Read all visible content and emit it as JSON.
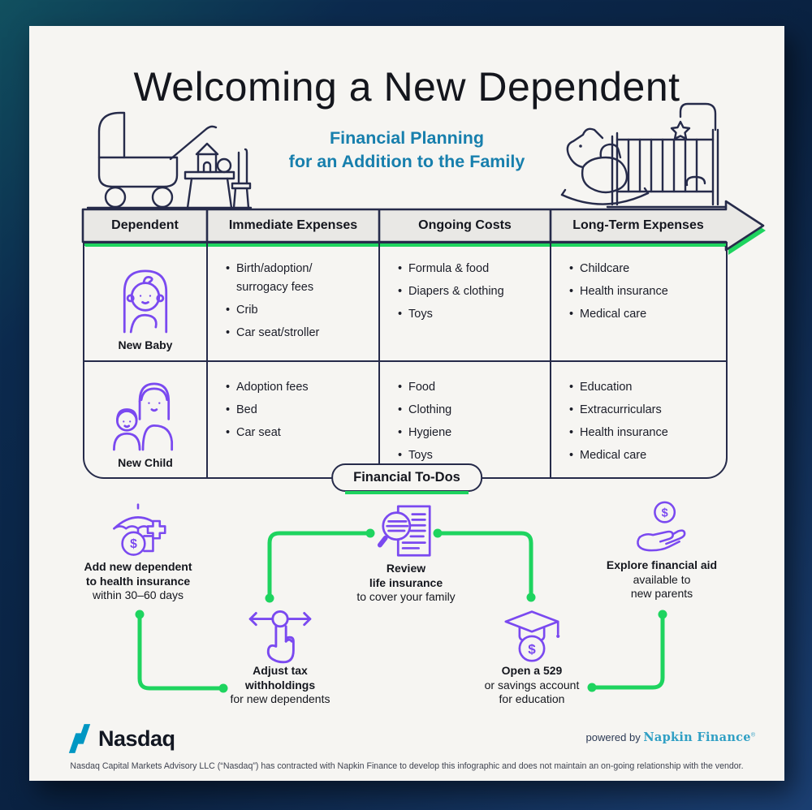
{
  "title": "Welcoming a New Dependent",
  "subtitle": {
    "line1": "Financial Planning",
    "line2": "for an Addition to the Family",
    "color": "#177fad"
  },
  "decorations": {
    "left_illustration": "baby-stroller-play-table-chair",
    "right_illustration": "rocking-horse-crib-star-mobile"
  },
  "header": {
    "columns": [
      "Dependent",
      "Immediate Expenses",
      "Ongoing Costs",
      "Long-Term Expenses"
    ]
  },
  "table": {
    "rows": [
      {
        "icon": "baby-icon",
        "label": "New Baby",
        "immediate": [
          "Birth/adoption/\nsurrogacy fees",
          "Crib",
          "Car seat/stroller"
        ],
        "ongoing": [
          "Formula & food",
          "Diapers & clothing",
          "Toys"
        ],
        "longterm": [
          "Childcare",
          "Health insurance",
          "Medical care"
        ]
      },
      {
        "icon": "parent-child-icon",
        "label": "New Child",
        "immediate": [
          "Adoption fees",
          "Bed",
          "Car seat"
        ],
        "ongoing": [
          "Food",
          "Clothing",
          "Hygiene",
          "Toys"
        ],
        "longterm": [
          "Education",
          "Extracurriculars",
          "Health insurance",
          "Medical care"
        ]
      }
    ]
  },
  "todos": {
    "title": "Financial To-Dos",
    "items": [
      {
        "icon": "umbrella-insurance-icon",
        "line1": "Add new dependent",
        "line2": "to health insurance",
        "line3": "within 30–60 days"
      },
      {
        "icon": "tax-slider-icon",
        "line1": "Adjust tax",
        "line2": "withholdings",
        "line3": "for new dependents"
      },
      {
        "icon": "review-document-icon",
        "line1": "Review",
        "line2": "life insurance",
        "line3": "to cover your family"
      },
      {
        "icon": "grad-cap-529-icon",
        "line1": "Open a 529",
        "line2": "or savings account",
        "line3": "for education"
      },
      {
        "icon": "hand-coin-icon",
        "line1": "Explore financial aid",
        "line2": "available to",
        "line3": "new parents"
      }
    ]
  },
  "footer": {
    "brand": "Nasdaq",
    "powered_by": "powered by",
    "powered_brand": "Napkin Finance",
    "trademark": "®",
    "disclaimer": "Nasdaq Capital Markets Advisory LLC (“Nasdaq”) has contracted with Napkin Finance to develop this infographic and does not maintain an on-going relationship with the vendor."
  },
  "colors": {
    "background_navy": "#0a2140",
    "card_paper": "#f6f5f2",
    "line_navy": "#262b4a",
    "accent_green": "#1ed45f",
    "icon_purple": "#7a49f0",
    "subtitle_teal": "#177fad",
    "nasdaq_teal": "#0097c3",
    "napkin_teal": "#2f9fc4"
  }
}
